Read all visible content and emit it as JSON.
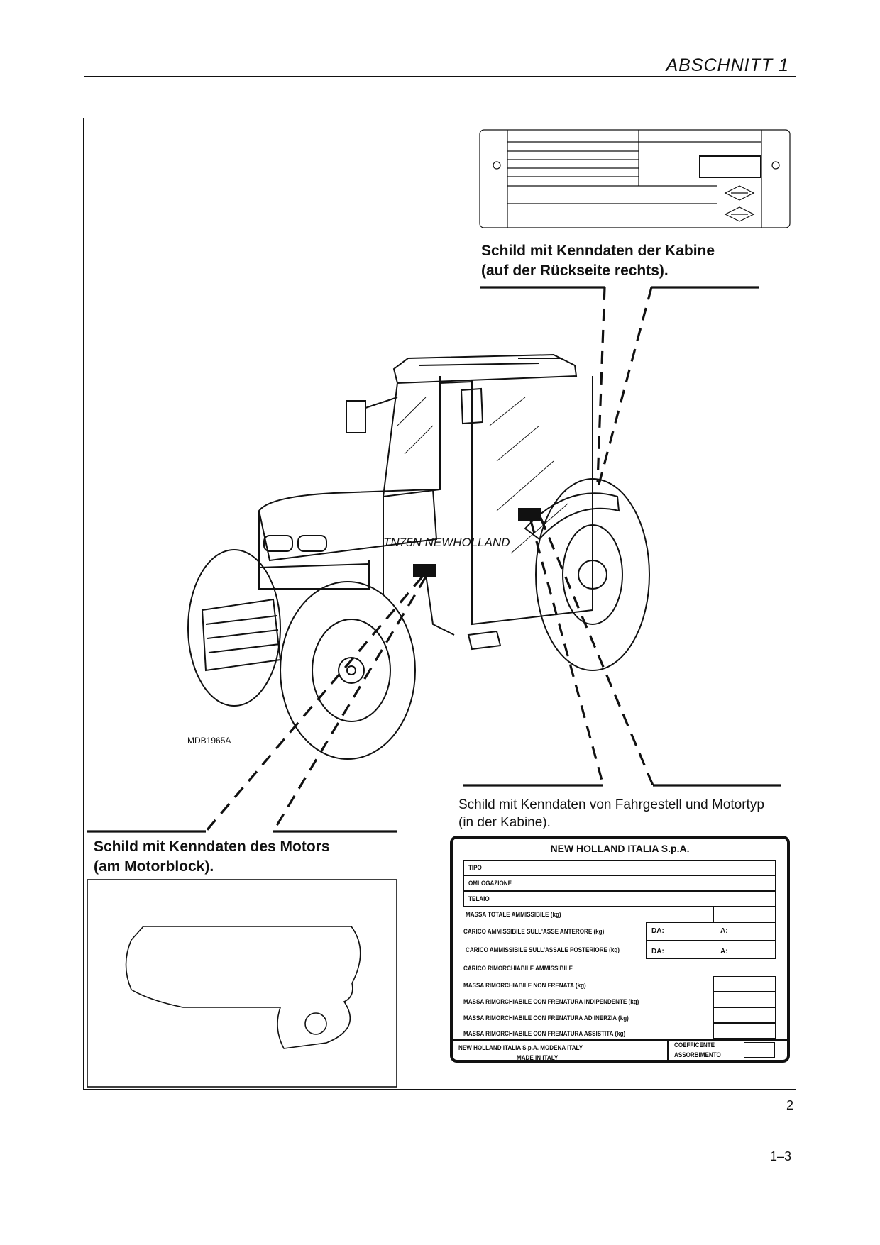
{
  "header": {
    "section_title": "ABSCHNITT 1"
  },
  "captions": {
    "cab_plate_line1": "Schild mit Kenndaten der Kabine",
    "cab_plate_line2": "(auf der Rückseite rechts).",
    "chassis_plate_line1": "Schild mit Kenndaten von Fahrgestell und Motortyp",
    "chassis_plate_line2": "(in der Kabine).",
    "engine_plate_line1": "Schild mit Kenndaten des Motors",
    "engine_plate_line2": "(am Motorblock)."
  },
  "drawing": {
    "id": "MDB1965A",
    "model_badge": "TN75N",
    "brand_badge": "NEWHOLLAND"
  },
  "chassis_plate": {
    "company": "NEW HOLLAND ITALIA S.p.A.",
    "rows": {
      "tipo": "TIPO",
      "omologazione": "OMLOGAZIONE",
      "telaio": "TELAIO",
      "massa_totale": "MASSA TOTALE AMMISSIBILE (kg)",
      "carico_anteriore": "CARICO AMMISSIBILE SULL'ASSE ANTERORE (kg)",
      "carico_posteriore": "CARICO AMMISSIBILE SULL'ASSALE POSTERIORE (kg)",
      "carico_rimorchiabile": "CARICO RIMORCHIABILE AMMISSIBILE",
      "massa_non_frenata": "MASSA RIMORCHIABILE NON FRENATA (kg)",
      "massa_frenatura_indipendente": "MASSA RIMORCHIABILE CON FRENATURA INDIPENDENTE (kg)",
      "massa_frenatura_inerzia": "MASSA RIMORCHIABILE CON FRENATURA AD INERZIA (kg)",
      "massa_frenatura_assistita": "MASSA RIMORCHIABILE CON FRENATURA ASSISTITA (kg)"
    },
    "range_from": "DA:",
    "range_to": "A:",
    "footer_line1": "NEW HOLLAND ITALIA S.p.A. MODENA ITALY",
    "footer_line2": "MADE IN ITALY",
    "coefficient_line1": "COEFFICENTE",
    "coefficient_line2": "ASSORBIMENTO"
  },
  "figure_number": "2",
  "page_number": "1–3"
}
